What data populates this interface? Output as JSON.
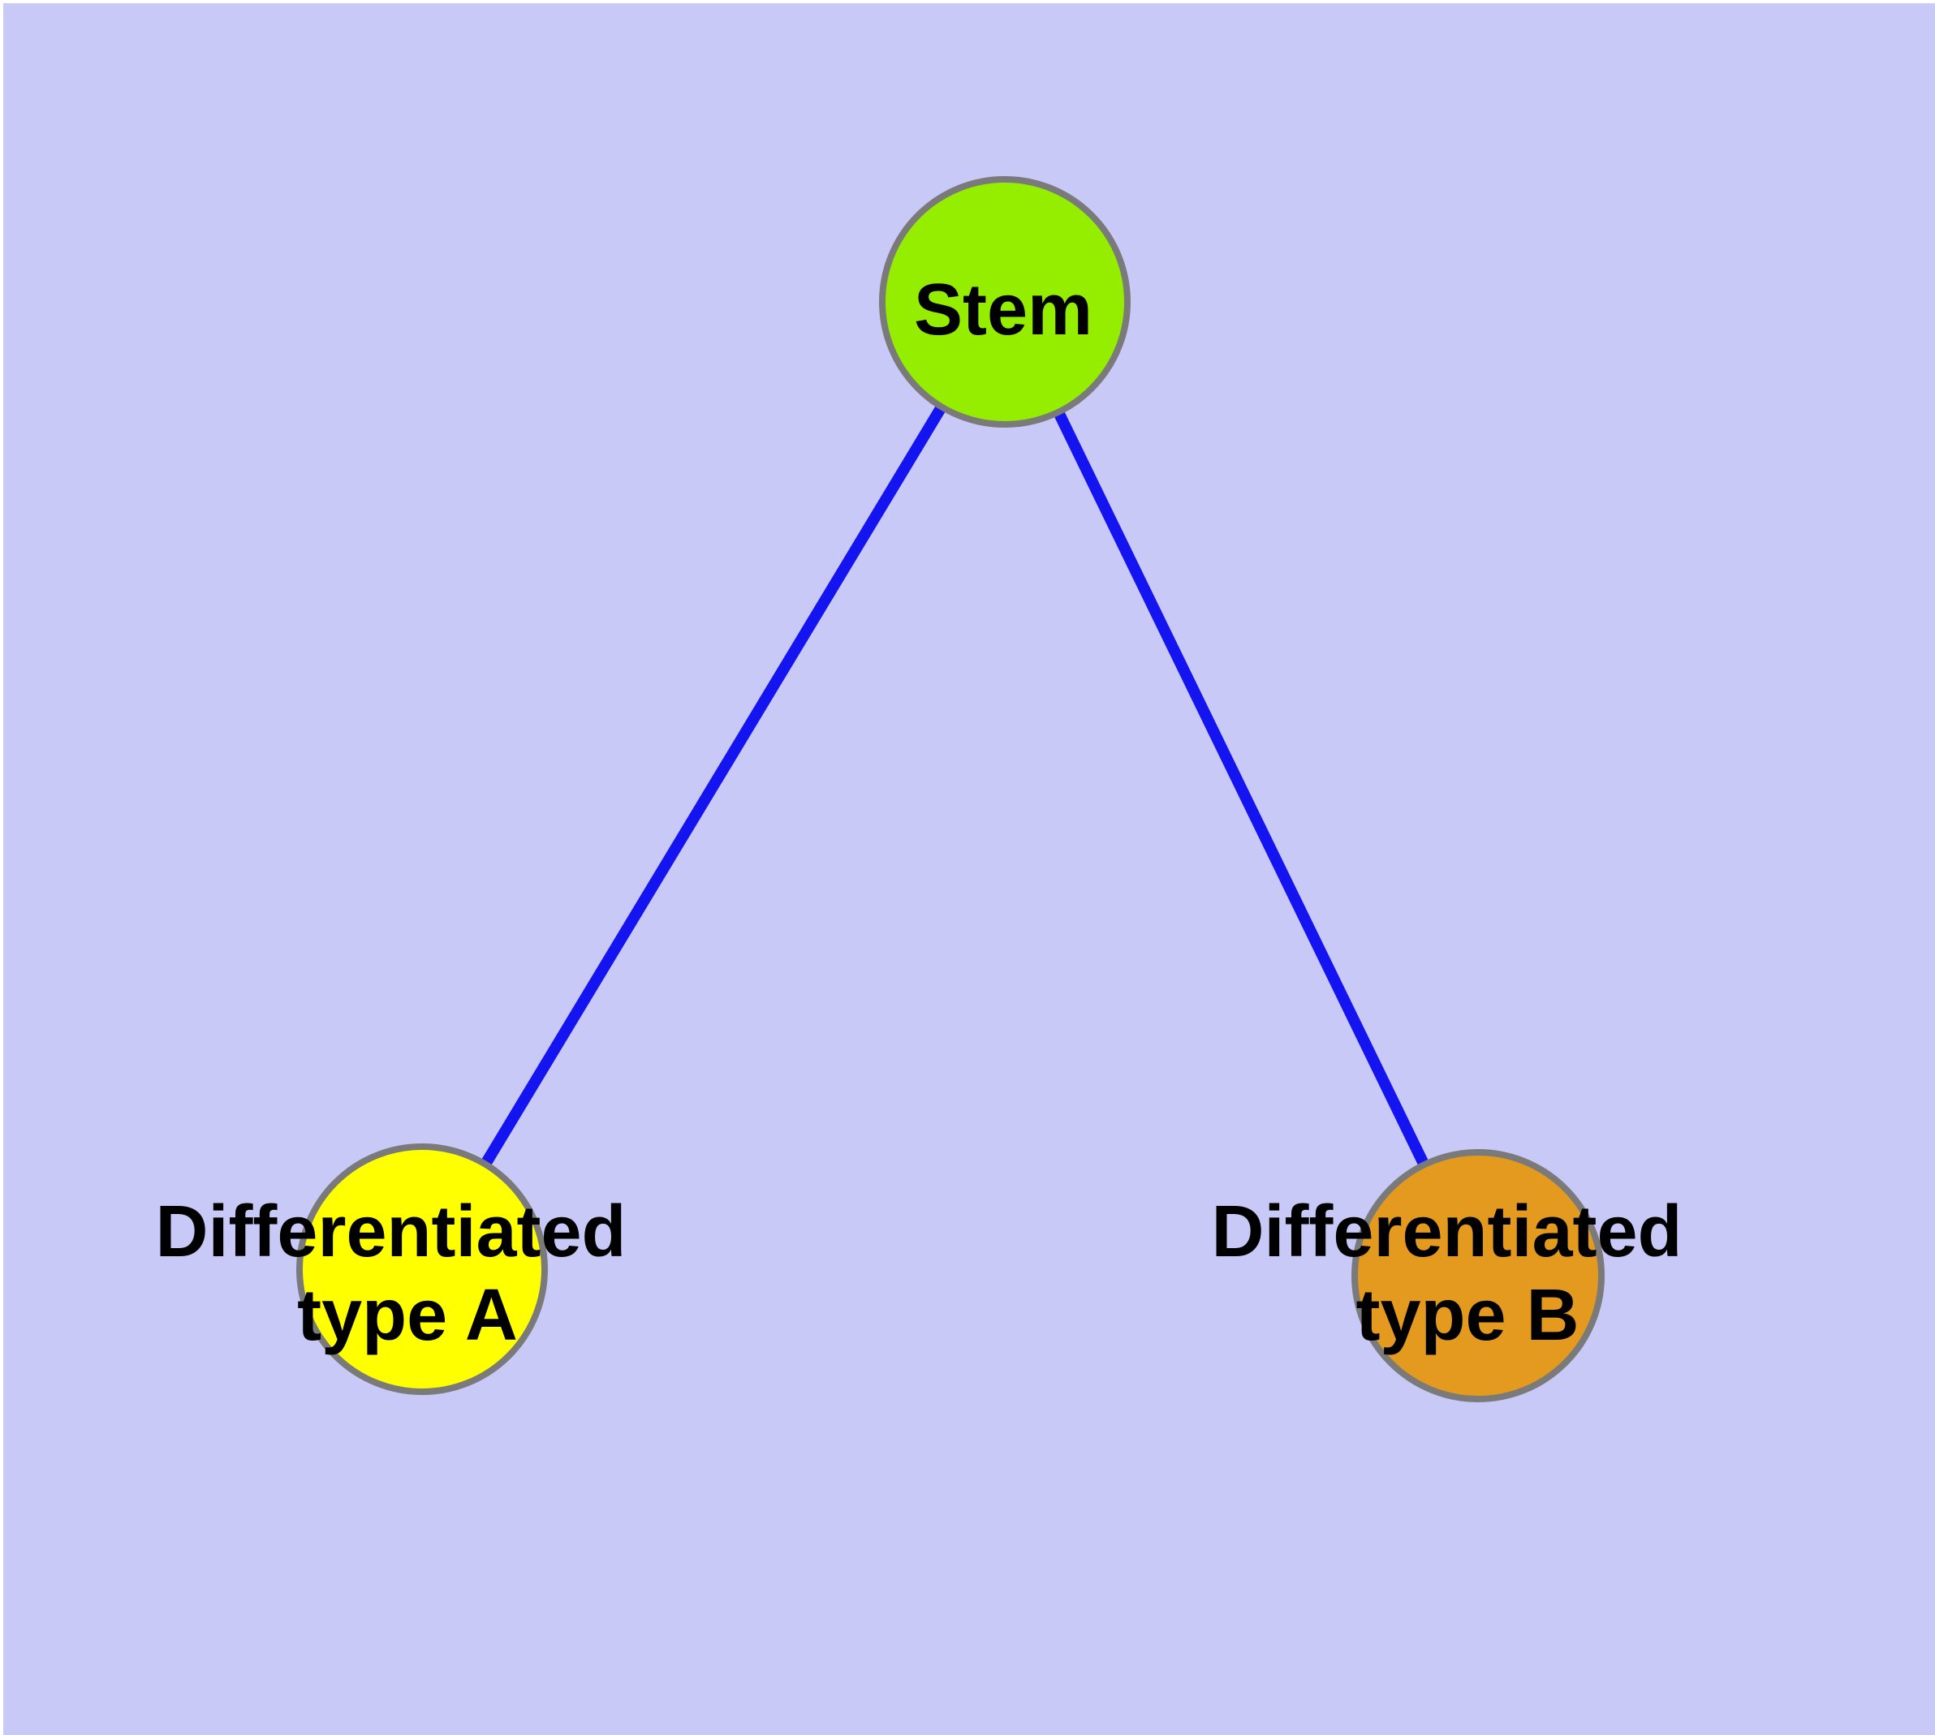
{
  "diagram": {
    "background_color": "#C9C9F8",
    "frame_color": "#FFFFFF",
    "node_border_color": "#7A7A7A",
    "edge_color": "#1414F0",
    "text_color": "#000000",
    "nodes": [
      {
        "id": "stem",
        "label": "Stem",
        "fill": "#95EE00"
      },
      {
        "id": "differentiated-type-a",
        "label_line1": "Differentiated",
        "label_line2": "type A",
        "fill": "#FFFF00"
      },
      {
        "id": "differentiated-type-b",
        "label_line1": "Differentiated",
        "label_line2": "type B",
        "fill": "#E39A1E"
      }
    ],
    "edges": [
      {
        "from": "Stem",
        "to": "Differentiated type A"
      },
      {
        "from": "Stem",
        "to": "Differentiated type B"
      }
    ]
  }
}
